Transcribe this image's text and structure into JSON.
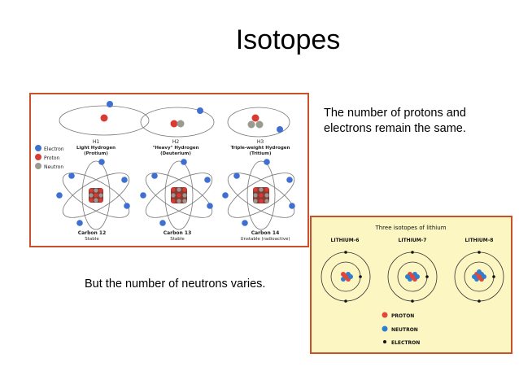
{
  "slide": {
    "title": "Isotopes",
    "note_protons": "The number of protons and electrons remain the same.",
    "note_neutrons": "But the number of neutrons varies."
  },
  "hydrogen_figure": {
    "legend": {
      "electron": "Electron",
      "proton": "Proton",
      "neutron": "Neutron"
    },
    "hydrogen": [
      {
        "symbol": "H1",
        "name": "Light Hydrogen",
        "sub": "(Protium)"
      },
      {
        "symbol": "H2",
        "name": "\"Heavy\" Hydrogen",
        "sub": "(Deuterium)"
      },
      {
        "symbol": "H3",
        "name": "Triple-weight Hydrogen",
        "sub": "(Tritium)"
      }
    ],
    "carbon": [
      {
        "name": "Carbon 12",
        "sub": "Stable"
      },
      {
        "name": "Carbon 13",
        "sub": "Stable"
      },
      {
        "name": "Carbon 14",
        "sub": "Unstable (radioactive)"
      }
    ]
  },
  "lithium_figure": {
    "title": "Three isotopes of lithium",
    "isotopes": [
      "LITHIUM-6",
      "LITHIUM-7",
      "LITHIUM-8"
    ],
    "legend": {
      "proton": "PROTON",
      "neutron": "NEUTRON",
      "electron": "ELECTRON"
    }
  },
  "colors": {
    "electron": "#3f6fd0",
    "proton": "#d83a34",
    "neutron": "#9a9a8e",
    "li_proton": "#e0463a",
    "li_neutron": "#2f7fd0",
    "frame": "#c8502a",
    "li_bg": "#fcf6c2"
  }
}
